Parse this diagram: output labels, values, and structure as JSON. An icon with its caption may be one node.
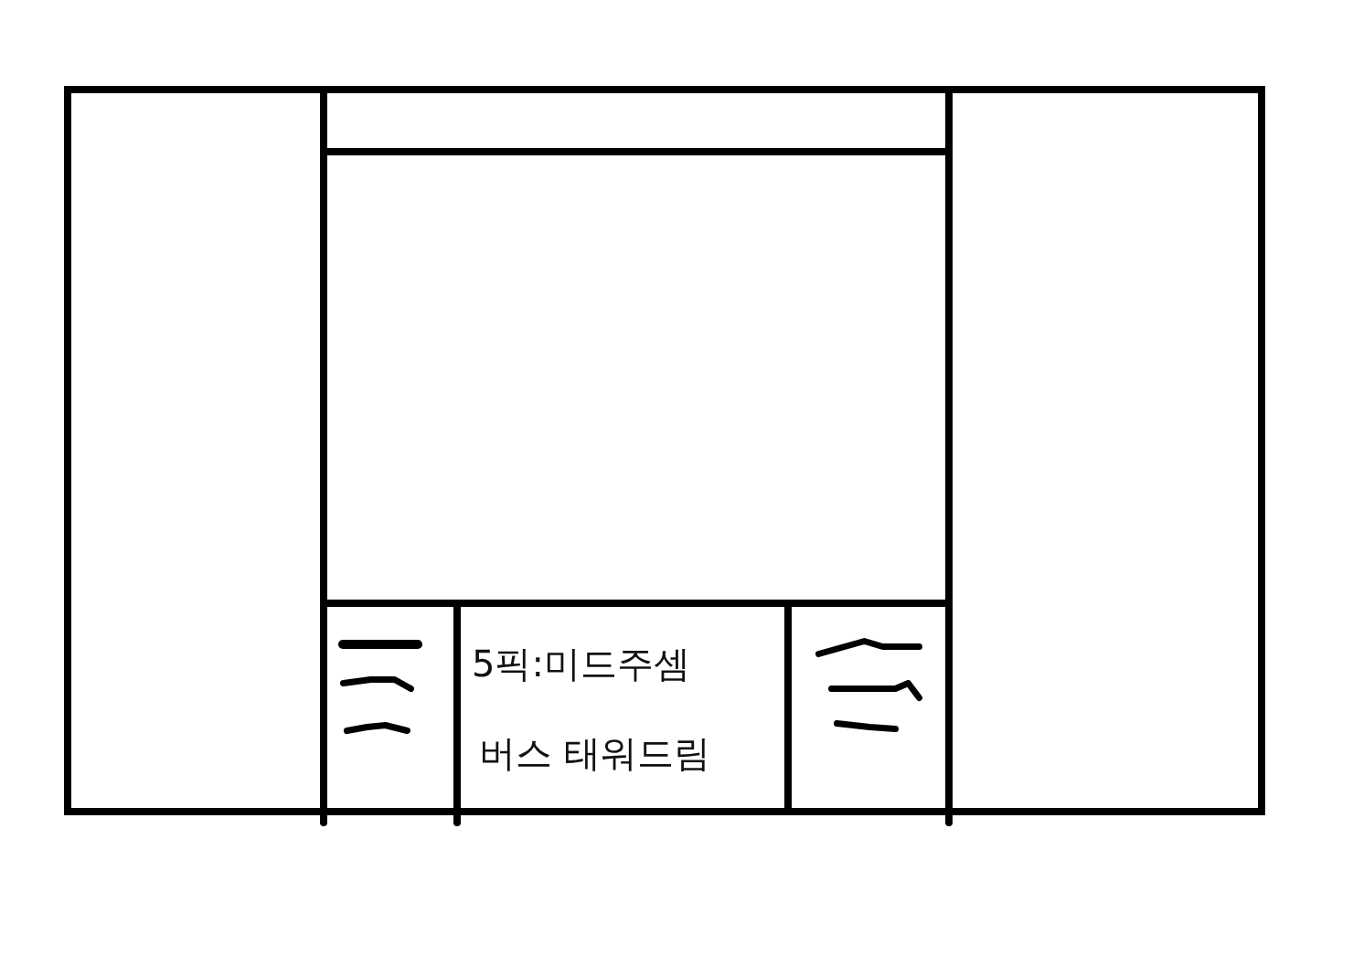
{
  "diagram": {
    "nodes": [
      {
        "text": [],
        "shape": "box"
      },
      {
        "text": [],
        "shape": "box"
      },
      {
        "text": [],
        "shape": "box"
      },
      {
        "text": [],
        "shape": "box"
      },
      {
        "text": [
          "5픽:미드주셈",
          "버스 태워드림"
        ]
      },
      {
        "text": [],
        "shape": "box"
      },
      {
        "text": [],
        "shape": "box"
      }
    ]
  }
}
